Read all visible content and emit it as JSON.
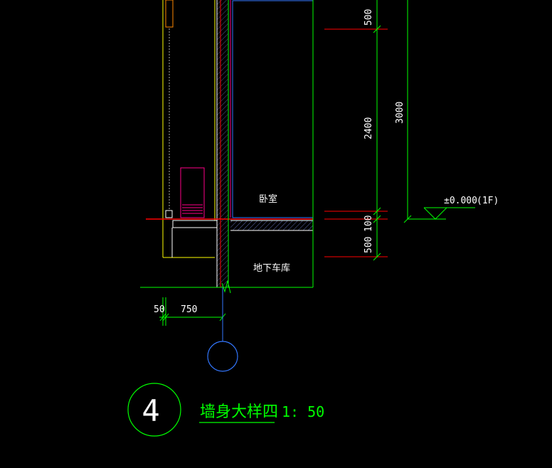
{
  "colors": {
    "background": "#000000",
    "green": "#00ff00",
    "red": "#ff0000",
    "white": "#ffffff",
    "yellow": "#ffff00",
    "cyan": "#00ffff",
    "blue": "#3377ff",
    "magenta": "#ff0088",
    "dim_red": "#c0392b"
  },
  "dimensions": {
    "right_chain": [
      "500",
      "2400",
      "100",
      "500"
    ],
    "overall": "3000",
    "bottom": [
      "50",
      "750"
    ]
  },
  "level_mark": {
    "elevation": "±0.000",
    "floor": "(1F)"
  },
  "rooms": {
    "bedroom": "卧室",
    "garage": "地下车库"
  },
  "detail": {
    "number": "4",
    "title": "墙身大样四",
    "scale": "1: 50"
  },
  "grid_axis": {
    "label": ""
  }
}
